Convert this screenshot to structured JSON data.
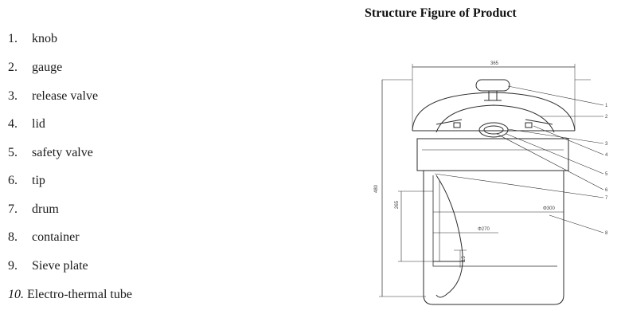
{
  "title": "Structure Figure of Product",
  "parts": [
    {
      "num": "1.",
      "label": "knob"
    },
    {
      "num": "2.",
      "label": "gauge"
    },
    {
      "num": "3.",
      "label": "release valve"
    },
    {
      "num": "4.",
      "label": "lid"
    },
    {
      "num": "5.",
      "label": "safety valve"
    },
    {
      "num": "6.",
      "label": "tip"
    },
    {
      "num": "7.",
      "label": "drum"
    },
    {
      "num": "8.",
      "label": "container"
    },
    {
      "num": "9.",
      "label": "Sieve plate"
    },
    {
      "num": "10.",
      "label": "Electro-thermal tube"
    }
  ],
  "dimensions": {
    "width_top": "365",
    "height_total": "480",
    "height_inner": "265",
    "diameter_outer": "Φ300",
    "diameter_inner": "Φ270",
    "small_gap": "15"
  },
  "callouts": [
    "1",
    "2",
    "3",
    "4",
    "5",
    "6",
    "7",
    "8"
  ]
}
